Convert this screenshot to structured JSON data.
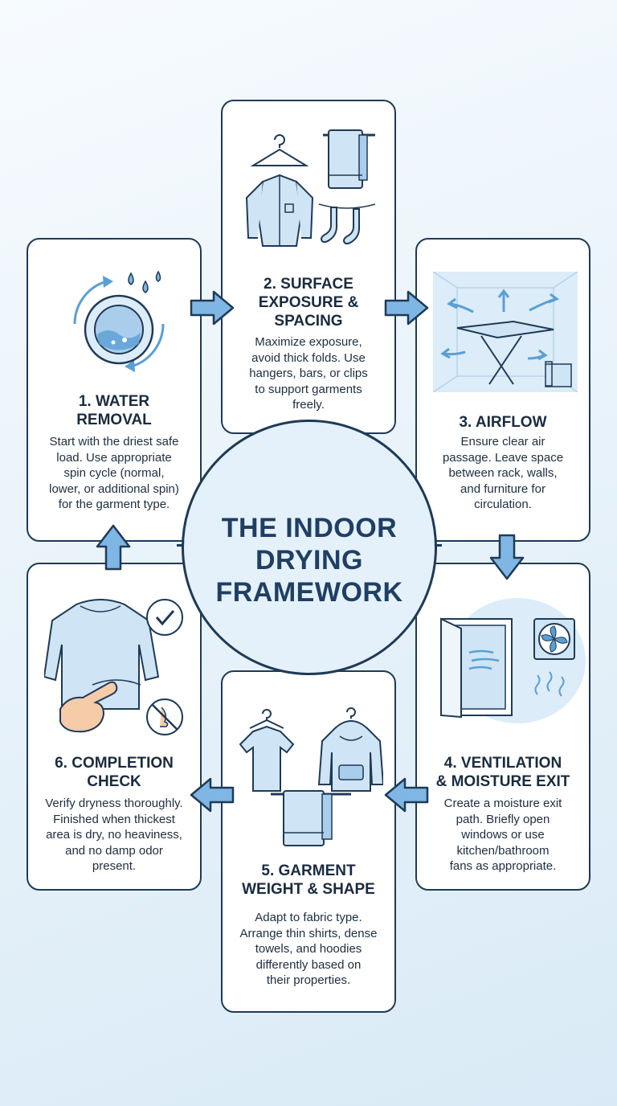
{
  "hub": {
    "lines": [
      "THE INDOOR",
      "DRYING",
      "FRAMEWORK"
    ]
  },
  "steps": [
    {
      "title": [
        "1. WATER",
        "REMOVAL"
      ],
      "desc": [
        "Start with the driest safe",
        "load. Use appropriate",
        "spin cycle (normal,",
        "lower, or additional spin)",
        "for the garment type."
      ]
    },
    {
      "title": [
        "2. SURFACE",
        "EXPOSURE &",
        "SPACING"
      ],
      "desc": [
        "Maximize exposure,",
        "avoid thick folds. Use",
        "hangers, bars, or clips",
        "to support garments",
        "freely."
      ]
    },
    {
      "title": [
        "3. AIRFLOW"
      ],
      "desc": [
        "Ensure clear air",
        "passage. Leave space",
        "between rack, walls,",
        "and furniture for",
        "circulation."
      ]
    },
    {
      "title": [
        "4. VENTILATION",
        "& MOISTURE EXIT"
      ],
      "desc": [
        "Create a moisture exit",
        "path. Briefly open",
        "windows or use",
        "kitchen/bathroom",
        "fans as appropriate."
      ]
    },
    {
      "title": [
        "5. GARMENT",
        "WEIGHT & SHAPE"
      ],
      "desc": [
        "Adapt to fabric type.",
        "Arrange thin shirts, dense",
        "towels, and hoodies",
        "differently based on",
        "their properties."
      ]
    },
    {
      "title": [
        "6. COMPLETION",
        "CHECK"
      ],
      "desc": [
        "Verify dryness thoroughly.",
        "Finished when thickest",
        "area is dry, no heaviness,",
        "and no damp odor",
        "present."
      ]
    }
  ],
  "colors": {
    "outline": "#1f3a56",
    "accent": "#5a9fd4",
    "fill": "#cfe4f4",
    "hub": "#e4f1fa"
  }
}
